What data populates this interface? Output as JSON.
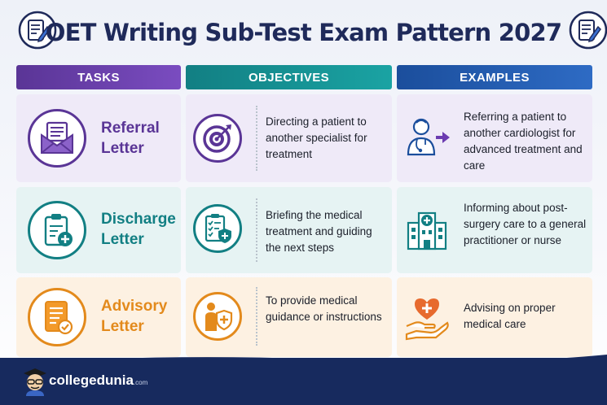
{
  "title": "OET Writing Sub-Test Exam Pattern 2027",
  "headers": {
    "tasks": "TASKS",
    "objectives": "OBJECTIVES",
    "examples": "EXAMPLES"
  },
  "rows": [
    {
      "task_line1": "Referral",
      "task_line2": "Letter",
      "task_icon": "envelope-letter-icon",
      "task_color": "#5a3596",
      "objective": "Directing a patient to another specialist for treatment",
      "objective_icon": "target-icon",
      "example": "Referring a patient to another cardiologist for advanced treatment and care",
      "example_icon": "doctor-referral-icon"
    },
    {
      "task_line1": "Discharge",
      "task_line2": "Letter",
      "task_icon": "clipboard-plus-icon",
      "task_color": "#127f83",
      "objective": "Briefing the medical treatment and guiding the next steps",
      "objective_icon": "checklist-shield-icon",
      "example": "Informing about post-surgery care to a general practitioner or nurse",
      "example_icon": "hospital-icon"
    },
    {
      "task_line1": "Advisory",
      "task_line2": "Letter",
      "task_icon": "document-check-icon",
      "task_color": "#e38a1c",
      "objective": "To provide medical guidance or instructions",
      "objective_icon": "person-shield-icon",
      "example": "Advising on proper medical care",
      "example_icon": "heart-hand-icon"
    }
  ],
  "footer": {
    "brand": "collegedunia",
    "brand_suffix": ".com"
  },
  "colors": {
    "title": "#1f2a5a",
    "purple": "#5a3596",
    "teal": "#127f83",
    "blue": "#1b4e9c",
    "orange": "#e38a1c",
    "footer": "#172a5e"
  }
}
